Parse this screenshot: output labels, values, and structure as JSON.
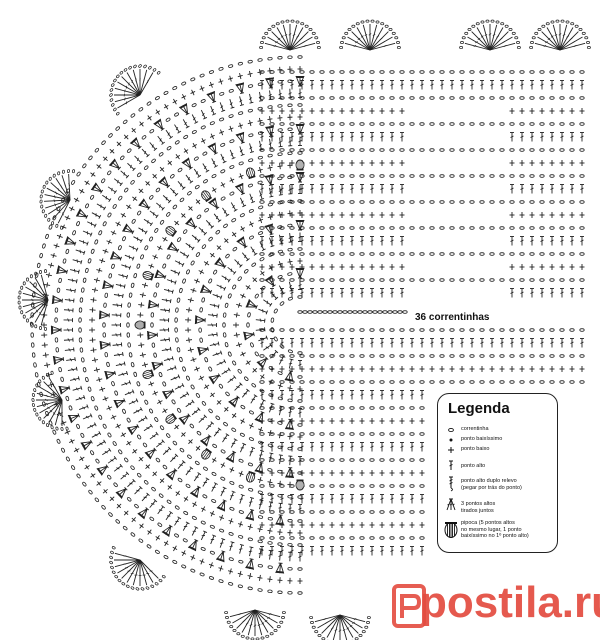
{
  "diagram": {
    "annotation": "36 correntinhas"
  },
  "legend": {
    "title": "Legenda",
    "items": [
      {
        "symbol": "chain-stitch-icon",
        "lines": [
          "correntinha"
        ]
      },
      {
        "symbol": "slip-stitch-icon",
        "lines": [
          "ponto baixíssimo"
        ]
      },
      {
        "symbol": "single-crochet-icon",
        "lines": [
          "ponto baixo"
        ]
      },
      {
        "symbol": "double-crochet-icon",
        "lines": [
          "ponto alto"
        ]
      },
      {
        "symbol": "back-post-double-crochet-icon",
        "lines": [
          "ponto alto duplo relevo",
          "(pegar por trás do ponto)"
        ]
      },
      {
        "symbol": "dc3tog-cluster-icon",
        "lines": [
          "3 pontos altos",
          "tirados juntos"
        ]
      },
      {
        "symbol": "popcorn-stitch-icon",
        "lines": [
          "pipoca (5 pontos altos",
          "no mesmo lugar, 1 ponto",
          "baixíssimo no 1º ponto alto)"
        ]
      }
    ]
  },
  "watermark": {
    "text": "postila.ru",
    "color": "#e34b3f"
  }
}
